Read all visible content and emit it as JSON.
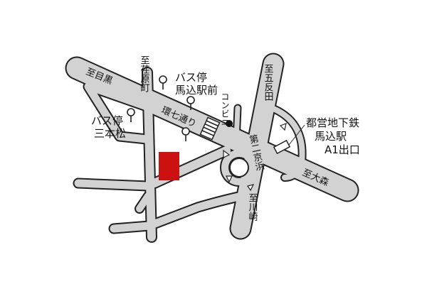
{
  "colors": {
    "road_fill": "#d2d2d2",
    "road_edge": "#222222",
    "marker": "#cc1111",
    "text": "#111111",
    "background": "#ffffff"
  },
  "labels": {
    "to_meguro": "至目黒",
    "to_ebara": "至荏原町",
    "bus_stop_magome": "バス停",
    "bus_stop_magome_2": "馬込駅前",
    "convenience_store": "コンビニ",
    "to_gotanda": "至五反田",
    "bus_stop_sanbon": "バス停",
    "bus_stop_sanbon_2": "三本松",
    "kannana": "環七通り",
    "daini_keihin": "第二京浜",
    "station_1": "都営地下鉄",
    "station_2": "馬込駅",
    "station_3": "A1出口",
    "to_omori": "至大森",
    "to_kawasaki": "至川崎"
  },
  "icons": {
    "bus_stop": "bus-stop-icon",
    "convenience_store": "convenience-store-icon",
    "crosswalk": "crosswalk-icon",
    "station_exit": "station-exit-icon",
    "destination": "destination-marker",
    "direction": "direction-arrow-icon"
  }
}
